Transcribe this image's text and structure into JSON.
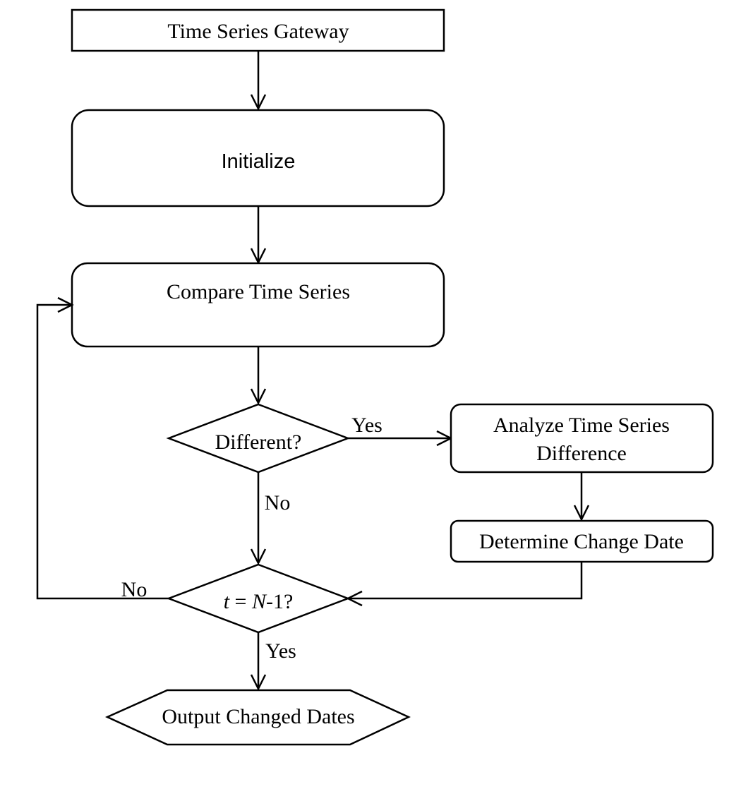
{
  "nodes": {
    "gateway": {
      "text_a": "Time  Series",
      "text_b": "Gateway"
    },
    "initialize": {
      "text": "Initialize"
    },
    "compare": {
      "text": "Compare Time  Series"
    },
    "different": {
      "text": "Different?"
    },
    "analyze": {
      "line1": "Analyze Time  Series",
      "line2": "Difference"
    },
    "determine": {
      "text": "Determine Change Date"
    },
    "condition": {
      "t": "t",
      "eq": " = ",
      "n": "N",
      "rest": "-1?"
    },
    "output": {
      "text": "Output Changed Dates"
    }
  },
  "edge_labels": {
    "different_yes": "Yes",
    "different_no": "No",
    "condition_no": "No",
    "condition_yes": "Yes"
  },
  "colors": {
    "stroke": "#000000",
    "fill": "#ffffff",
    "background": "#ffffff"
  }
}
